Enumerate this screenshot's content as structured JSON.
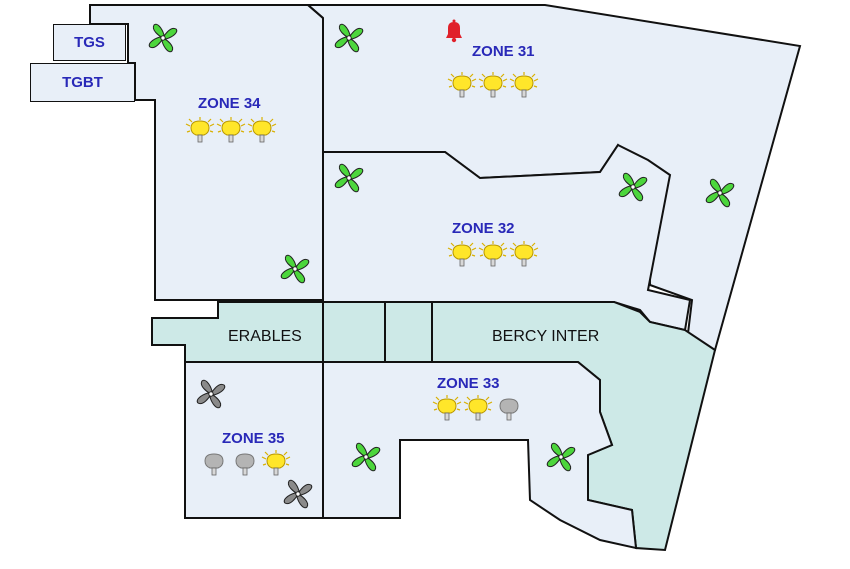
{
  "buttons": {
    "tgs": "TGS",
    "tgbt": "TGBT"
  },
  "zones": {
    "z31": {
      "label": "ZONE 31",
      "lights": [
        "on",
        "on",
        "on"
      ],
      "fans": [
        "on",
        "on",
        "on"
      ],
      "alarm": true
    },
    "z32": {
      "label": "ZONE 32",
      "lights": [
        "on",
        "on",
        "on"
      ],
      "fans": [
        "on"
      ]
    },
    "z33": {
      "label": "ZONE 33",
      "lights": [
        "on",
        "on",
        "off"
      ],
      "fans": [
        "on",
        "on"
      ]
    },
    "z34": {
      "label": "ZONE 34",
      "lights": [
        "on",
        "on",
        "on"
      ],
      "fans": [
        "on",
        "on"
      ]
    },
    "z35": {
      "label": "ZONE 35",
      "lights": [
        "off",
        "off",
        "on"
      ],
      "fans": [
        "off",
        "off"
      ]
    }
  },
  "corridors": {
    "erables": "ERABLES",
    "bercy": "BERCY INTER"
  },
  "colors": {
    "zone_fill": "#e8eff8",
    "corridor_fill": "#cde9e7",
    "label": "#2929b8",
    "fan_on": "#4cd63c",
    "fan_off": "#8a8a8a",
    "bulb_on": "#ffe62a",
    "bulb_off": "#b4b4b4",
    "alarm": "#e0202a"
  }
}
